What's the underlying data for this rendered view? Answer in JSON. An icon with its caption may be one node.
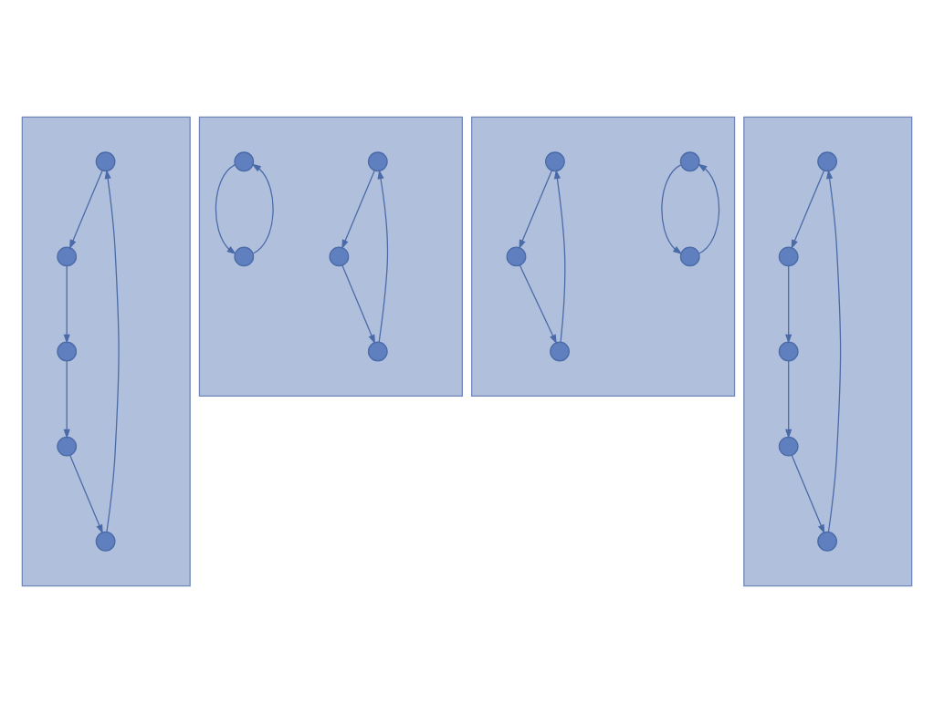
{
  "diagram": {
    "nodes": [
      {
        "text": [],
        "shape": "box"
      },
      {
        "text": [],
        "shape": "circle",
        "in": 0
      },
      {
        "text": [],
        "shape": "circle",
        "in": 0
      },
      {
        "text": [],
        "shape": "circle",
        "in": 0
      },
      {
        "text": [],
        "shape": "circle",
        "in": 0
      },
      {
        "text": [],
        "shape": "circle",
        "in": 0
      },
      {
        "text": [],
        "shape": "box"
      },
      {
        "text": [],
        "shape": "circle",
        "in": 6
      },
      {
        "text": [],
        "shape": "circle",
        "in": 6
      },
      {
        "text": [],
        "shape": "circle",
        "in": 6
      },
      {
        "text": [],
        "shape": "circle",
        "in": 6
      },
      {
        "text": [],
        "shape": "circle",
        "in": 6
      },
      {
        "text": [],
        "shape": "box"
      },
      {
        "text": [],
        "shape": "circle",
        "in": 12
      },
      {
        "text": [],
        "shape": "circle",
        "in": 12
      },
      {
        "text": [],
        "shape": "circle",
        "in": 12
      },
      {
        "text": [],
        "shape": "circle",
        "in": 12
      },
      {
        "text": [],
        "shape": "circle",
        "in": 12
      },
      {
        "text": [],
        "shape": "box"
      },
      {
        "text": [],
        "shape": "circle",
        "in": 18
      },
      {
        "text": [],
        "shape": "circle",
        "in": 18
      },
      {
        "text": [],
        "shape": "circle",
        "in": 18
      },
      {
        "text": [],
        "shape": "circle",
        "in": 18
      },
      {
        "text": [],
        "shape": "circle",
        "in": 18
      }
    ],
    "edges": [
      {
        "from": 1,
        "to": 5,
        "arrow": "to"
      },
      {
        "from": 3,
        "to": 2,
        "arrow": "to"
      },
      {
        "from": 2,
        "to": 4,
        "arrow": "to"
      },
      {
        "from": 5,
        "to": 3,
        "arrow": "to"
      },
      {
        "from": 4,
        "to": 1,
        "arrow": "to"
      },
      {
        "from": 7,
        "to": 9,
        "arrow": "to"
      },
      {
        "from": 9,
        "to": 11,
        "arrow": "to"
      },
      {
        "from": 11,
        "to": 7,
        "arrow": "to"
      },
      {
        "from": 10,
        "to": 8,
        "arrow": "to"
      },
      {
        "from": 8,
        "to": 10,
        "arrow": "to"
      },
      {
        "from": 13,
        "to": 15,
        "arrow": "to"
      },
      {
        "from": 15,
        "to": 13,
        "arrow": "to"
      },
      {
        "from": 14,
        "to": 16,
        "arrow": "to"
      },
      {
        "from": 16,
        "to": 17,
        "arrow": "to"
      },
      {
        "from": 17,
        "to": 14,
        "arrow": "to"
      },
      {
        "from": 19,
        "to": 22,
        "arrow": "to"
      },
      {
        "from": 22,
        "to": 21,
        "arrow": "to"
      },
      {
        "from": 21,
        "to": 20,
        "arrow": "to"
      },
      {
        "from": 20,
        "to": 23,
        "arrow": "to"
      },
      {
        "from": 23,
        "to": 19,
        "arrow": "to"
      }
    ]
  }
}
